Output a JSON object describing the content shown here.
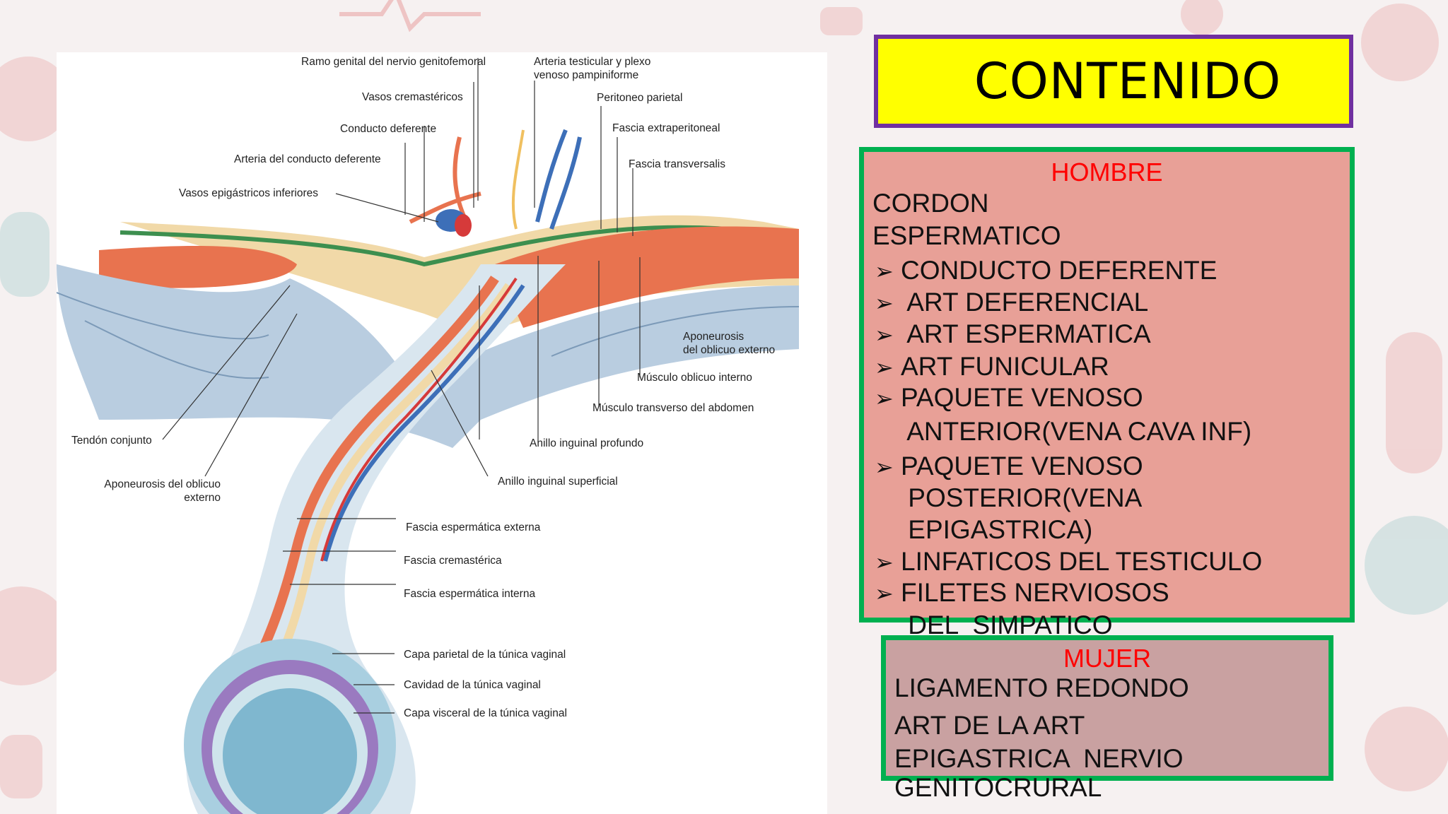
{
  "diagram": {
    "labels": {
      "ramo_genital": "Ramo genital del nervio genitofemoral",
      "arteria_testicular": "Arteria testicular y plexo\nvenoso pampiniforme",
      "vasos_cremastericos": "Vasos cremastéricos",
      "peritoneo": "Peritoneo parietal",
      "conducto_deferente": "Conducto deferente",
      "fascia_extraperitoneal": "Fascia extraperitoneal",
      "arteria_conducto": "Arteria del conducto deferente",
      "fascia_transversalis": "Fascia transversalis",
      "vasos_epigastricos": "Vasos epigástricos inferiores",
      "aponeurosis_oblicuo_externo_r": "Aponeurosis\ndel oblicuo externo",
      "musculo_oblicuo_interno": "Músculo oblicuo interno",
      "musculo_transverso": "Músculo transverso del abdomen",
      "tendon_conjunto": "Tendón conjunto",
      "anillo_profundo": "Anillo inguinal profundo",
      "aponeurosis_oblicuo_externo_l": "Aponeurosis del oblicuo\nexterno",
      "anillo_superficial": "Anillo inguinal superficial",
      "fascia_esp_externa": "Fascia espermática externa",
      "fascia_cremasterica": "Fascia cremastérica",
      "fascia_esp_interna": "Fascia espermática interna",
      "capa_parietal": "Capa parietal de la túnica vaginal",
      "cavidad": "Cavidad de la túnica vaginal",
      "capa_visceral": "Capa visceral de la túnica vaginal"
    }
  },
  "title": "CONTENIDO",
  "hombre": {
    "heading": "HOMBRE",
    "intro": [
      "CORDON",
      "ESPERMATICO"
    ],
    "items": [
      [
        "CONDUCTO DEFERENTE"
      ],
      [
        " ART DEFERENCIAL"
      ],
      [
        " ART ESPERMATICA"
      ],
      [
        "ART FUNICULAR"
      ],
      [
        "PAQUETE VENOSO",
        " ANTERIOR(VENA CAVA INF)"
      ],
      [
        "PAQUETE VENOSO",
        " POSTERIOR(VENA",
        " EPIGASTRICA)"
      ],
      [
        "LINFATICOS DEL TESTICULO"
      ],
      [
        "FILETES NERVIOSOS",
        " DEL  SIMPATICO"
      ]
    ],
    "bullet_glyph": "➢"
  },
  "mujer": {
    "heading": "MUJER",
    "lines": [
      "LIGAMENTO REDONDO",
      "ART DE LA ART",
      "EPIGASTRICA  NERVIO",
      "GENITOCRURAL"
    ]
  },
  "colors": {
    "title_bg": "#ffff00",
    "title_border": "#7030a0",
    "box_border": "#00b050",
    "hombre_bg": "#e8a097",
    "mujer_bg": "#c9a1a1",
    "heading_color": "#ff0000"
  }
}
